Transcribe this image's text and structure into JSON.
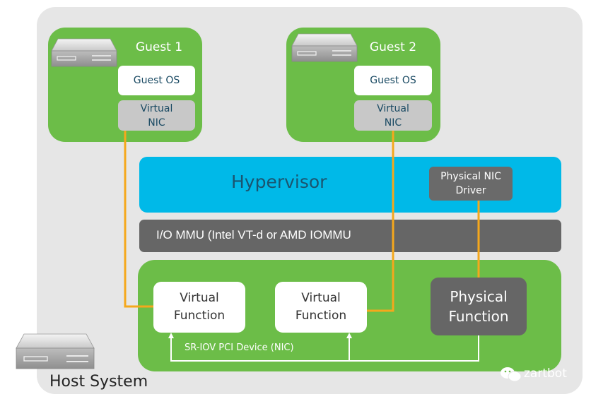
{
  "host": {
    "label": "Host System",
    "icon": "server-icon"
  },
  "guests": [
    {
      "title": "Guest 1",
      "os_label": "Guest OS",
      "vnic_line1": "Virtual",
      "vnic_line2": "NIC",
      "icon": "server-icon"
    },
    {
      "title": "Guest 2",
      "os_label": "Guest OS",
      "vnic_line1": "Virtual",
      "vnic_line2": "NIC",
      "icon": "server-icon"
    }
  ],
  "hypervisor": {
    "label": "Hypervisor",
    "driver_line1": "Physical NIC",
    "driver_line2": "Driver"
  },
  "iommu": {
    "label": "I/O MMU (Intel VT-d or AMD IOMMU"
  },
  "sriov_device": {
    "label": "SR-IOV PCI Device (NIC)",
    "virtual_functions": [
      {
        "line1": "Virtual",
        "line2": "Function"
      },
      {
        "line1": "Virtual",
        "line2": "Function"
      }
    ],
    "physical_function": {
      "line1": "Physical",
      "line2": "Function"
    }
  },
  "watermark": {
    "text": "zartbot",
    "icon": "wechat-icon"
  },
  "colors": {
    "guest_green": "#6cbd48",
    "hypervisor_blue": "#00b9e8",
    "iommu_gray": "#666666",
    "link_orange": "#f5a81c",
    "background_gray": "#e6e6e6"
  }
}
